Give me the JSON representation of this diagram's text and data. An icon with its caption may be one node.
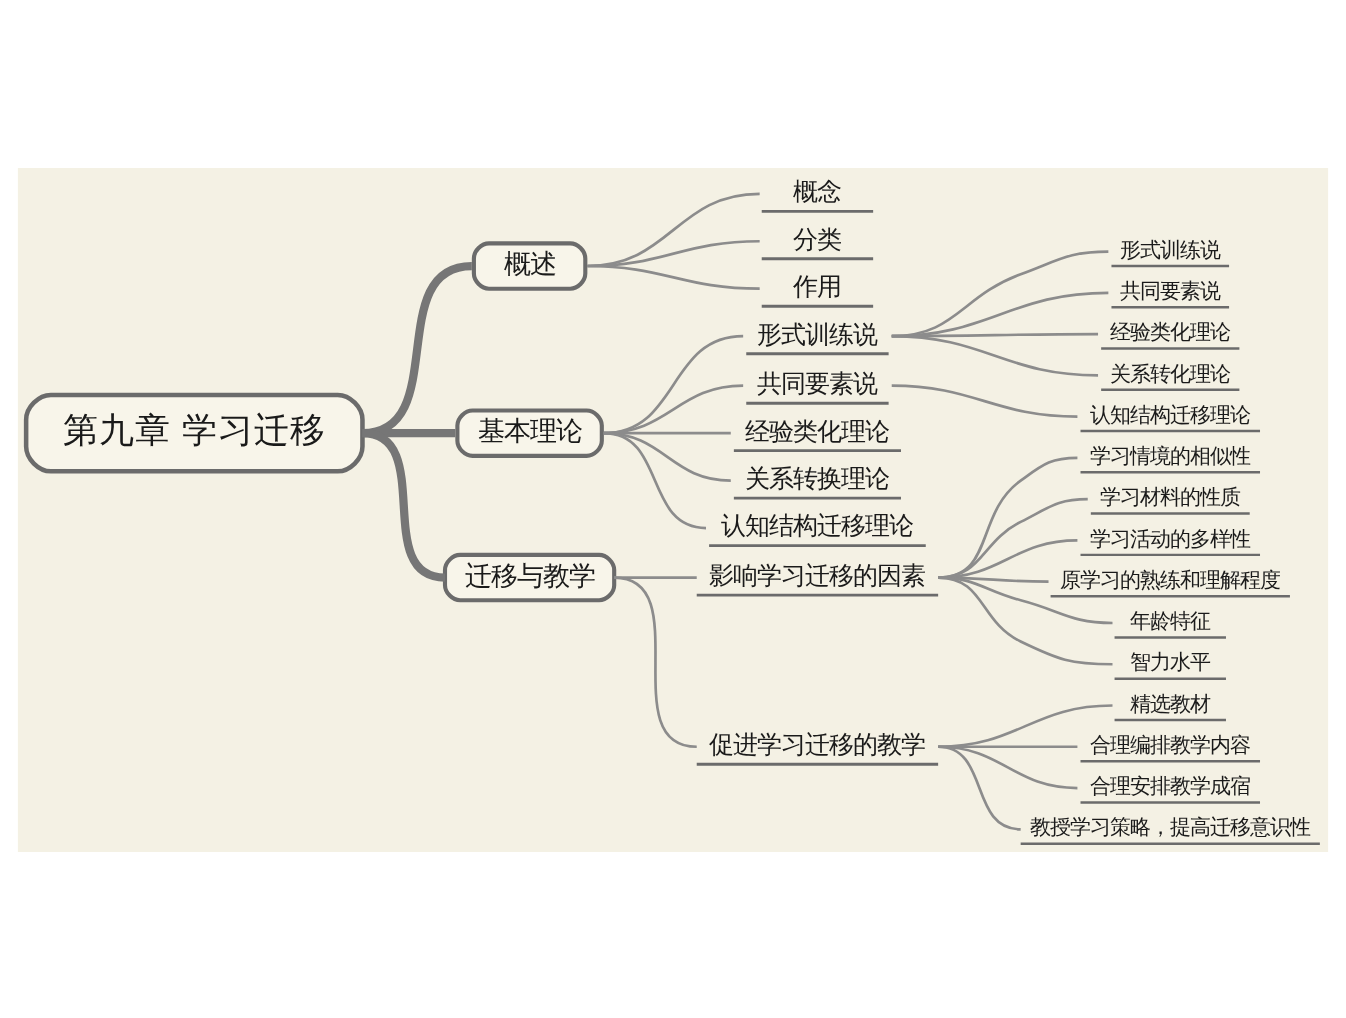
{
  "diagram": {
    "nodes": [
      {
        "text": [
          "第九章 学习迁移"
        ]
      },
      {
        "text": [
          "概述"
        ]
      },
      {
        "text": [
          "概念"
        ]
      },
      {
        "text": [
          "分类"
        ]
      },
      {
        "text": [
          "作用"
        ]
      },
      {
        "text": [
          "基本理论"
        ]
      },
      {
        "text": [
          "形式训练说"
        ]
      },
      {
        "text": [
          "形式训练说"
        ]
      },
      {
        "text": [
          "共同要素说"
        ]
      },
      {
        "text": [
          "经验类化理论"
        ]
      },
      {
        "text": [
          "关系转化理论"
        ]
      },
      {
        "text": [
          "共同要素说"
        ]
      },
      {
        "text": [
          "认知结构迁移理论"
        ]
      },
      {
        "text": [
          "经验类化理论"
        ]
      },
      {
        "text": [
          "关系转换理论"
        ]
      },
      {
        "text": [
          "认知结构迁移理论"
        ]
      },
      {
        "text": [
          "迁移与教学"
        ]
      },
      {
        "text": [
          "影响学习迁移的因素"
        ]
      },
      {
        "text": [
          "学习情境的相似性"
        ]
      },
      {
        "text": [
          "学习材料的性质"
        ]
      },
      {
        "text": [
          "学习活动的多样性"
        ]
      },
      {
        "text": [
          "原学习的熟练和理解程度"
        ]
      },
      {
        "text": [
          "年龄特征"
        ]
      },
      {
        "text": [
          "智力水平"
        ]
      },
      {
        "text": [
          "促进学习迁移的教学"
        ]
      },
      {
        "text": [
          "精选教材"
        ]
      },
      {
        "text": [
          "合理编排教学内容"
        ]
      },
      {
        "text": [
          "合理安排教学成宿"
        ]
      },
      {
        "text": [
          "教授学习策略，提高迁移意识性"
        ]
      }
    ],
    "edges": [
      {
        "from": 0,
        "to": 1,
        "arrow": "none",
        "style": "thick"
      },
      {
        "from": 1,
        "to": 2,
        "arrow": "none"
      },
      {
        "from": 1,
        "to": 3,
        "arrow": "none"
      },
      {
        "from": 1,
        "to": 4,
        "arrow": "none"
      },
      {
        "from": 0,
        "to": 5,
        "arrow": "none",
        "style": "thick"
      },
      {
        "from": 5,
        "to": 6,
        "arrow": "none"
      },
      {
        "from": 6,
        "to": 7,
        "arrow": "none"
      },
      {
        "from": 6,
        "to": 8,
        "arrow": "none"
      },
      {
        "from": 6,
        "to": 9,
        "arrow": "none"
      },
      {
        "from": 6,
        "to": 10,
        "arrow": "none"
      },
      {
        "from": 5,
        "to": 11,
        "arrow": "none"
      },
      {
        "from": 11,
        "to": 12,
        "arrow": "none"
      },
      {
        "from": 5,
        "to": 13,
        "arrow": "none"
      },
      {
        "from": 5,
        "to": 14,
        "arrow": "none"
      },
      {
        "from": 5,
        "to": 15,
        "arrow": "none"
      },
      {
        "from": 0,
        "to": 16,
        "arrow": "none",
        "style": "thick"
      },
      {
        "from": 16,
        "to": 17,
        "arrow": "none"
      },
      {
        "from": 17,
        "to": 18,
        "arrow": "none"
      },
      {
        "from": 17,
        "to": 19,
        "arrow": "none"
      },
      {
        "from": 17,
        "to": 20,
        "arrow": "none"
      },
      {
        "from": 17,
        "to": 21,
        "arrow": "none"
      },
      {
        "from": 17,
        "to": 22,
        "arrow": "none"
      },
      {
        "from": 17,
        "to": 23,
        "arrow": "none"
      },
      {
        "from": 16,
        "to": 24,
        "arrow": "none"
      },
      {
        "from": 24,
        "to": 25,
        "arrow": "none"
      },
      {
        "from": 24,
        "to": 26,
        "arrow": "none"
      },
      {
        "from": 24,
        "to": 27,
        "arrow": "none"
      },
      {
        "from": 24,
        "to": 28,
        "arrow": "none"
      }
    ]
  }
}
